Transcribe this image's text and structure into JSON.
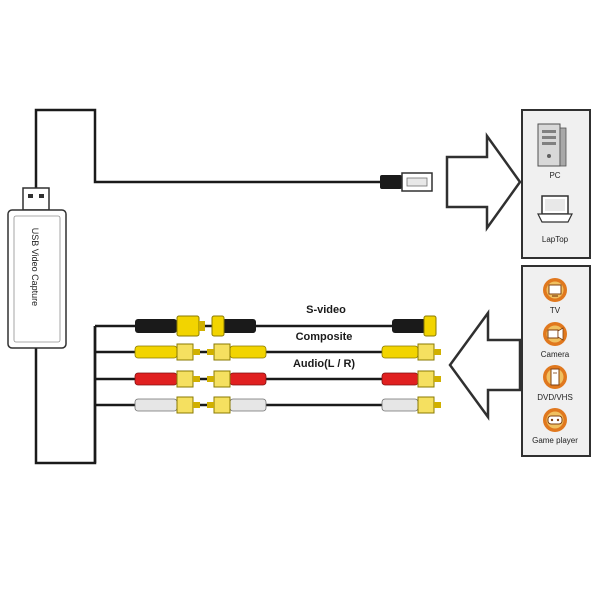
{
  "capture_device": {
    "label": "USB Video Capture"
  },
  "cables": [
    {
      "id": "s-video",
      "label": "S-video",
      "plug_color": "#1a1a1a"
    },
    {
      "id": "composite",
      "label": "Composite",
      "plug_color": "#f2d400"
    },
    {
      "id": "audio-left",
      "label": "Audio(L / R)",
      "plug_color": "#e02020"
    },
    {
      "id": "audio-right",
      "label": "",
      "plug_color": "#e6e6e6"
    }
  ],
  "computers": [
    {
      "label": "PC",
      "icon": "pc-tower-icon"
    },
    {
      "label": "LapTop",
      "icon": "laptop-icon"
    }
  ],
  "sources": [
    {
      "label": "TV",
      "icon": "tv-icon"
    },
    {
      "label": "Camera",
      "icon": "camera-icon"
    },
    {
      "label": "DVD/VHS",
      "icon": "dvd-vhs-icon"
    },
    {
      "label": "Game player",
      "icon": "gamepad-icon"
    }
  ],
  "colors": {
    "line": "#1a1a1a",
    "panel_fill": "#f0f0f0",
    "panel_border": "#303030",
    "badge_orange": "#e0781e",
    "badge_gold": "#f0c060",
    "arrow_fill": "#ffffff",
    "yellow": "#f2d400",
    "red": "#e02020",
    "white_plug": "#e6e6e6",
    "black_plug": "#1a1a1a"
  }
}
